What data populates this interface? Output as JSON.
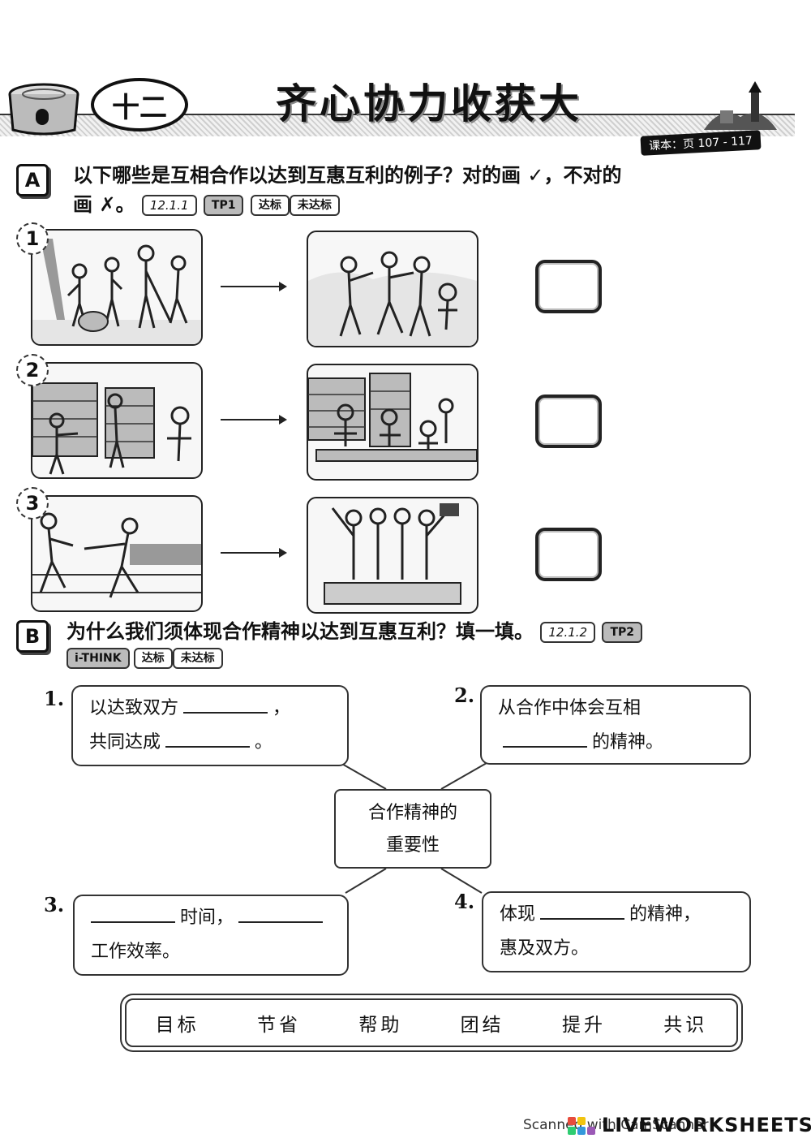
{
  "header": {
    "chapter": "十二",
    "title": "齐心协力收获大",
    "page_ref": "课本：页 107 - 117"
  },
  "section_a": {
    "letter": "A",
    "question_line1": "以下哪些是互相合作以达到互惠互利的例子？对的画 ✓，不对的",
    "question_line2": "画 ✗。",
    "tags": {
      "code": "12.1.1",
      "tp": "TP1",
      "achieved": "达标",
      "not_achieved": "未达标"
    },
    "rows": [
      {
        "number": "1"
      },
      {
        "number": "2"
      },
      {
        "number": "3"
      }
    ]
  },
  "section_b": {
    "letter": "B",
    "question": "为什么我们须体现合作精神以达到互惠互利？填一填。",
    "tags": {
      "code": "12.1.2",
      "tp": "TP2",
      "ithink": "i-THINK",
      "achieved": "达标",
      "not_achieved": "未达标"
    },
    "center": {
      "line1": "合作精神的",
      "line2": "重要性"
    },
    "cards": [
      {
        "number": "1.",
        "line1_pre": "以达致双方",
        "line1_post": "，",
        "line2_pre": "共同达成",
        "line2_post": "。"
      },
      {
        "number": "2.",
        "line1": "从合作中体会互相",
        "line2_post": "的精神。"
      },
      {
        "number": "3.",
        "line1_post": "时间，",
        "line2": "工作效率。"
      },
      {
        "number": "4.",
        "line1_pre": "体现",
        "line1_post": "的精神，",
        "line2": "惠及双方。"
      }
    ],
    "word_bank": [
      "目标",
      "节省",
      "帮助",
      "团结",
      "提升",
      "共识"
    ]
  },
  "footer": {
    "scan_text": "Scanned with CamScanner",
    "brand": "LIVEWORKSHEETS"
  }
}
